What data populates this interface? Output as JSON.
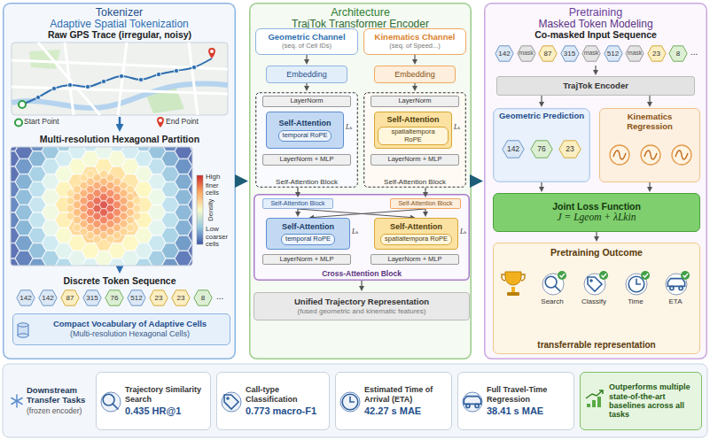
{
  "diagram": {
    "nodes": [
      {
        "text": [
          "Tokenizer",
          "Adaptive Spatial Tokenization"
        ]
      },
      {
        "text": [
          "Raw GPS Trace (irregular, noisy)"
        ],
        "in": 0
      },
      {
        "text": [
          "Multi-resolution Hexagonal Partition"
        ],
        "in": 0
      },
      {
        "text": [
          "Discrete Token Sequence"
        ],
        "in": 0
      },
      {
        "text": [
          "142"
        ],
        "in": 3
      },
      {
        "text": [
          "142"
        ],
        "in": 3
      },
      {
        "text": [
          "87"
        ],
        "in": 3
      },
      {
        "text": [
          "315"
        ],
        "in": 3
      },
      {
        "text": [
          "76"
        ],
        "in": 3
      },
      {
        "text": [
          "512"
        ],
        "in": 3
      },
      {
        "text": [
          "23"
        ],
        "in": 3
      },
      {
        "text": [
          "23"
        ],
        "in": 3
      },
      {
        "text": [
          "8"
        ],
        "in": 3
      },
      {
        "text": [
          "Compact Vocabulary of Adaptive Cells",
          "(Multi-resolution Hexagonal Cells)"
        ],
        "in": 0
      },
      {
        "text": [
          "Architecture",
          "TrajTok Transformer Encoder"
        ]
      },
      {
        "text": [
          "Geometric Channel",
          "(seq. of Cell IDs)"
        ],
        "in": 14
      },
      {
        "text": [
          "Kinematics Channel",
          "(seq. of Speed...)"
        ],
        "in": 14
      },
      {
        "text": [
          "Embedding"
        ],
        "in": 14
      },
      {
        "text": [
          "Embedding"
        ],
        "in": 14
      },
      {
        "text": [
          "Self-Attention Block"
        ],
        "in": 14
      },
      {
        "text": [
          "LayerNorm"
        ],
        "in": 19
      },
      {
        "text": [
          "Self-Attention",
          "temporal RoPE"
        ],
        "in": 19
      },
      {
        "text": [
          "LayerNorm + MLP"
        ],
        "in": 19
      },
      {
        "text": [
          "Self-Attention Block"
        ],
        "in": 14
      },
      {
        "text": [
          "LayerNorm"
        ],
        "in": 23
      },
      {
        "text": [
          "Self-Attention",
          "spatialtempora RoPE"
        ],
        "in": 23
      },
      {
        "text": [
          "LayerNorm + MLP"
        ],
        "in": 23
      },
      {
        "text": [
          "Cross-Attention Block"
        ],
        "in": 14
      },
      {
        "text": [
          "Self-Attention Block"
        ],
        "in": 27
      },
      {
        "text": [
          "Self-Attention Block"
        ],
        "in": 27
      },
      {
        "text": [
          "Self-Attention",
          "temporal RoPE"
        ],
        "in": 27
      },
      {
        "text": [
          "Self-Attention",
          "spatialtempora RoPE"
        ],
        "in": 27
      },
      {
        "text": [
          "LayerNorm + MLP"
        ],
        "in": 27
      },
      {
        "text": [
          "LayerNorm + MLP"
        ],
        "in": 27
      },
      {
        "text": [
          "Unified Trajectory Representation",
          "(fused geometric and kinematic features)"
        ],
        "in": 14
      },
      {
        "text": [
          "Pretraining",
          "Masked Token Modeling"
        ]
      },
      {
        "text": [
          "Co-masked Input Sequence"
        ],
        "in": 35
      },
      {
        "text": [
          "142"
        ],
        "in": 36
      },
      {
        "text": [
          "mask"
        ],
        "in": 36
      },
      {
        "text": [
          "87"
        ],
        "in": 36
      },
      {
        "text": [
          "315"
        ],
        "in": 36
      },
      {
        "text": [
          "mask"
        ],
        "in": 36
      },
      {
        "text": [
          "512"
        ],
        "in": 36
      },
      {
        "text": [
          "mask"
        ],
        "in": 36
      },
      {
        "text": [
          "23"
        ],
        "in": 36
      },
      {
        "text": [
          "8"
        ],
        "in": 36
      },
      {
        "text": [
          "TrajTok Encoder"
        ],
        "in": 35
      },
      {
        "text": [
          "Geometric Prediction"
        ],
        "in": 35
      },
      {
        "text": [
          "Kinematics Regression"
        ],
        "in": 35
      },
      {
        "text": [
          "142"
        ],
        "in": 47
      },
      {
        "text": [
          "76"
        ],
        "in": 47
      },
      {
        "text": [
          "23"
        ],
        "in": 47
      },
      {
        "text": [
          "Joint Loss Function",
          "J = Lgeom + λLkin"
        ],
        "in": 35
      },
      {
        "text": [
          "Pretraining Outcome",
          "transferrable representation"
        ],
        "in": 35
      },
      {
        "text": [
          "Downstream Transfer Tasks",
          "(frozen encoder)"
        ]
      },
      {
        "text": [
          "Trajectory Similarity Search",
          "0.435 HR@1"
        ]
      },
      {
        "text": [
          "Call-type Classification",
          "0.773 macro-F1"
        ]
      },
      {
        "text": [
          "Estimated Time of Arrival (ETA)",
          "42.27 s MAE"
        ]
      },
      {
        "text": [
          "Full Travel-Time Regression",
          "38.41 s MAE"
        ]
      },
      {
        "text": [
          "Outperforms multiple state-of-the-art baselines across all tasks"
        ]
      }
    ],
    "edges": [
      {
        "from": 0,
        "to": 14,
        "arrow": "to"
      },
      {
        "from": 14,
        "to": 35,
        "arrow": "to"
      },
      {
        "from": 1,
        "to": 2,
        "arrow": "to"
      },
      {
        "from": 2,
        "to": 3,
        "arrow": "to"
      },
      {
        "from": 15,
        "to": 17,
        "arrow": "to"
      },
      {
        "from": 16,
        "to": 18,
        "arrow": "to"
      },
      {
        "from": 17,
        "to": 19,
        "arrow": "to"
      },
      {
        "from": 18,
        "to": 23,
        "arrow": "to"
      },
      {
        "from": 19,
        "to": 28,
        "arrow": "to"
      },
      {
        "from": 23,
        "to": 29,
        "arrow": "to"
      },
      {
        "from": 27,
        "to": 34,
        "arrow": "to"
      },
      {
        "from": 36,
        "to": 46,
        "arrow": "to"
      },
      {
        "from": 46,
        "to": 47,
        "arrow": "to"
      },
      {
        "from": 46,
        "to": 48,
        "arrow": "to"
      },
      {
        "from": 47,
        "to": 52,
        "arrow": "to"
      },
      {
        "from": 48,
        "to": 52,
        "arrow": "to"
      },
      {
        "from": 52,
        "to": 53,
        "arrow": "to"
      },
      {
        "from": 28,
        "to": 30,
        "arrow": "to"
      },
      {
        "from": 28,
        "to": 31,
        "arrow": "to"
      },
      {
        "from": 29,
        "to": 30,
        "arrow": "to"
      },
      {
        "from": 29,
        "to": 31,
        "arrow": "to"
      }
    ],
    "labels": [
      "Start Point",
      "End Point",
      "High",
      "finer cells",
      "Density",
      "Low",
      "coarser cells",
      "...",
      "Lₖ",
      "Lₖ",
      "Lₖ",
      "Lₖ",
      "...",
      "Search",
      "Classify",
      "Time",
      "ETA"
    ]
  }
}
